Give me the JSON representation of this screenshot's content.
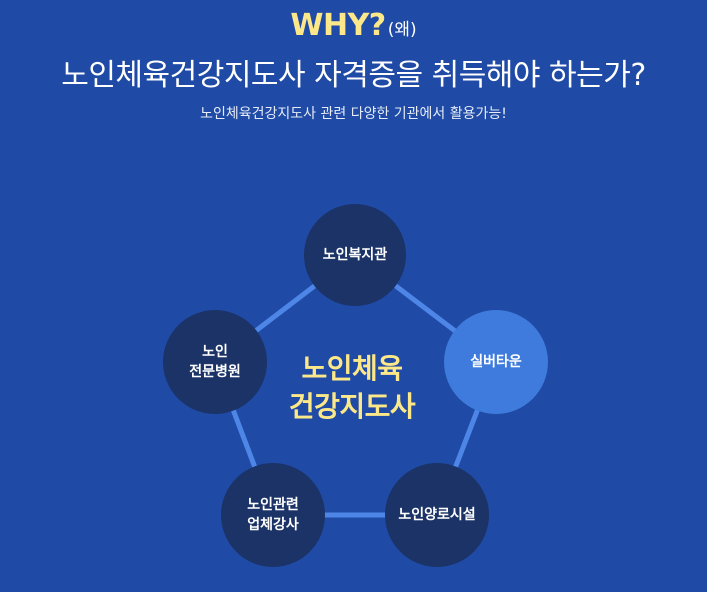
{
  "header": {
    "why": "WHY?",
    "why_sub": "(왜)",
    "question": "노인체육건강지도사 자격증을 취득해야 하는가?",
    "subtitle": "노인체육건강지도사 관련 다양한 기관에서 활용가능!"
  },
  "center": {
    "line1": "노인체육",
    "line2": "건강지도사"
  },
  "nodes": {
    "welfare": {
      "line1": "노인복지관"
    },
    "silver_town": {
      "line1": "실버타운"
    },
    "nursing_facility": {
      "line1": "노인양로시설"
    },
    "instructor": {
      "line1": "노인관련",
      "line2": "업체강사"
    },
    "hospital": {
      "line1": "노인",
      "line2": "전문병원"
    }
  },
  "colors": {
    "background": "#1f4aa6",
    "accent_yellow": "#fde889",
    "node_dark": "#1b3366",
    "node_light": "#3e7bdc",
    "connector": "#4d86e6"
  }
}
